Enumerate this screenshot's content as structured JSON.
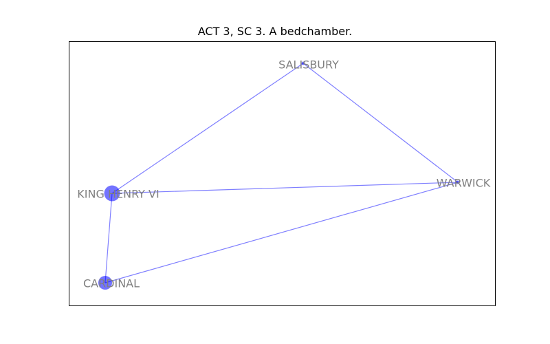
{
  "title": "ACT 3, SC 3. A bedchamber.",
  "colors": {
    "node": "#0000ff",
    "edge": "#0000ff",
    "label": "#808080",
    "frame": "#000000"
  },
  "graph": {
    "nodes": [
      {
        "id": "salisbury",
        "label": "SALISBURY",
        "weight": 1
      },
      {
        "id": "warwick",
        "label": "WARWICK",
        "weight": 1
      },
      {
        "id": "king_henry_vi",
        "label": "KING HENRY VI",
        "weight": 4
      },
      {
        "id": "cardinal",
        "label": "CARDINAL",
        "weight": 3
      }
    ],
    "edges": [
      {
        "source": "salisbury",
        "target": "king_henry_vi"
      },
      {
        "source": "salisbury",
        "target": "warwick"
      },
      {
        "source": "king_henry_vi",
        "target": "warwick"
      },
      {
        "source": "king_henry_vi",
        "target": "cardinal"
      },
      {
        "source": "cardinal",
        "target": "warwick"
      }
    ]
  }
}
